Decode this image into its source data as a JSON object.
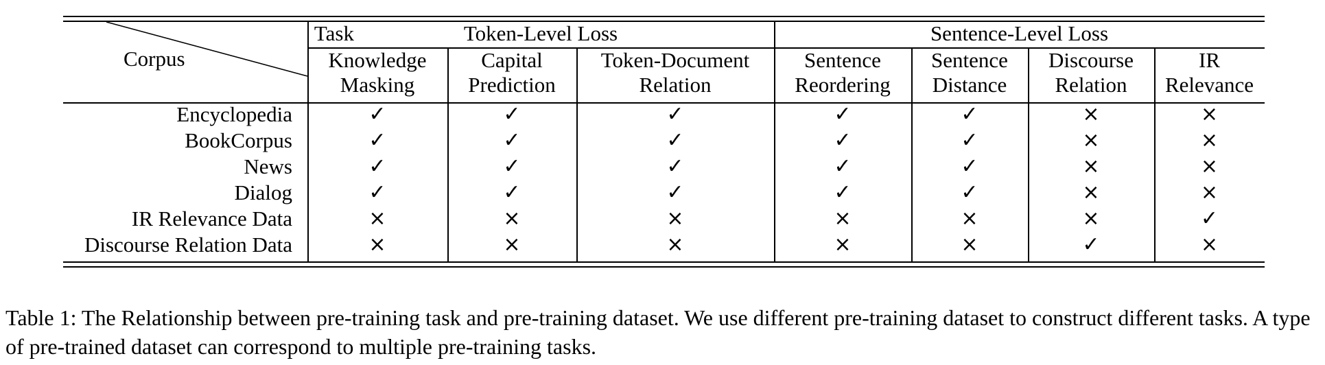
{
  "table": {
    "corner_task_label": "Task",
    "corner_corpus_label": "Corpus",
    "groups": [
      {
        "label": "Token-Level Loss"
      },
      {
        "label": "Sentence-Level Loss"
      }
    ],
    "columns": [
      {
        "line1": "Knowledge",
        "line2": "Masking"
      },
      {
        "line1": "Capital",
        "line2": "Prediction"
      },
      {
        "line1": "Token-Document",
        "line2": "Relation"
      },
      {
        "line1": "Sentence",
        "line2": "Reordering"
      },
      {
        "line1": "Sentence",
        "line2": "Distance"
      },
      {
        "line1": "Discourse",
        "line2": "Relation"
      },
      {
        "line1": "IR",
        "line2": "Relevance"
      }
    ],
    "rows": [
      {
        "corpus": "Encyclopedia",
        "cells": [
          "✓",
          "✓",
          "✓",
          "✓",
          "✓",
          "×",
          "×"
        ]
      },
      {
        "corpus": "BookCorpus",
        "cells": [
          "✓",
          "✓",
          "✓",
          "✓",
          "✓",
          "×",
          "×"
        ]
      },
      {
        "corpus": "News",
        "cells": [
          "✓",
          "✓",
          "✓",
          "✓",
          "✓",
          "×",
          "×"
        ]
      },
      {
        "corpus": "Dialog",
        "cells": [
          "✓",
          "✓",
          "✓",
          "✓",
          "✓",
          "×",
          "×"
        ]
      },
      {
        "corpus": "IR Relevance Data",
        "cells": [
          "×",
          "×",
          "×",
          "×",
          "×",
          "×",
          "✓"
        ]
      },
      {
        "corpus": "Discourse Relation Data",
        "cells": [
          "×",
          "×",
          "×",
          "×",
          "×",
          "✓",
          "×"
        ]
      }
    ]
  },
  "caption": "Table 1: The Relationship between pre-training task and pre-training dataset. We use different pre-training dataset to construct different tasks. A type of pre-trained dataset can correspond to multiple pre-training tasks."
}
